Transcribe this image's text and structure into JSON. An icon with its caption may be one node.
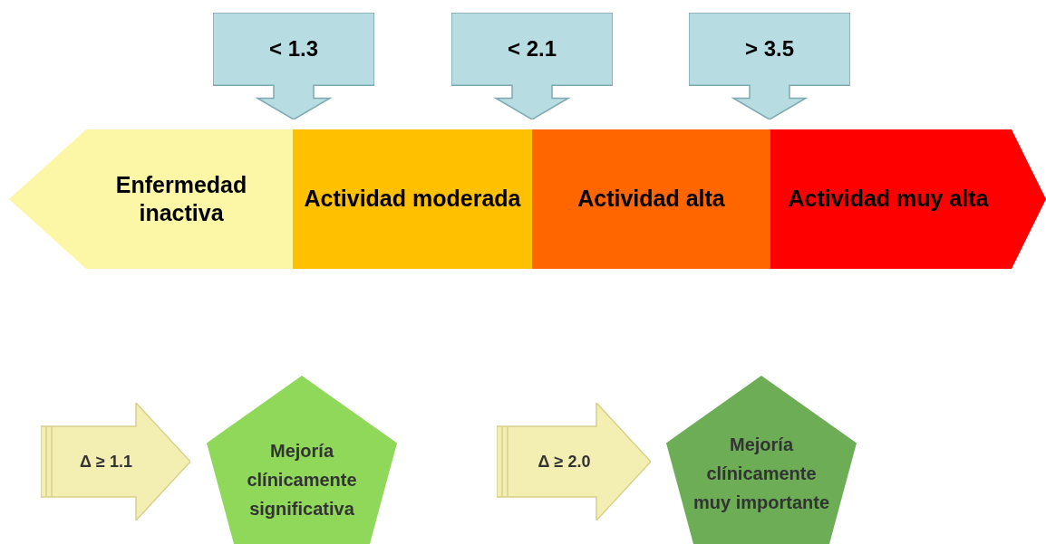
{
  "diagram": {
    "nodes": [
      {
        "text": [
          "< 1.3"
        ]
      },
      {
        "text": [
          "< 2.1"
        ]
      },
      {
        "text": [
          "> 3.5"
        ]
      },
      {
        "text": [
          "Enfermedad inactiva"
        ]
      },
      {
        "text": [
          "Actividad moderada"
        ]
      },
      {
        "text": [
          "Actividad alta"
        ]
      },
      {
        "text": [
          "Actividad muy alta"
        ]
      },
      {
        "text": [
          "Δ ≥ 1.1"
        ]
      },
      {
        "text": [
          "Mejoría clínicamente significativa"
        ]
      },
      {
        "text": [
          "Δ ≥ 2.0"
        ]
      },
      {
        "text": [
          "Mejoría clínicamente muy importante"
        ]
      }
    ]
  }
}
